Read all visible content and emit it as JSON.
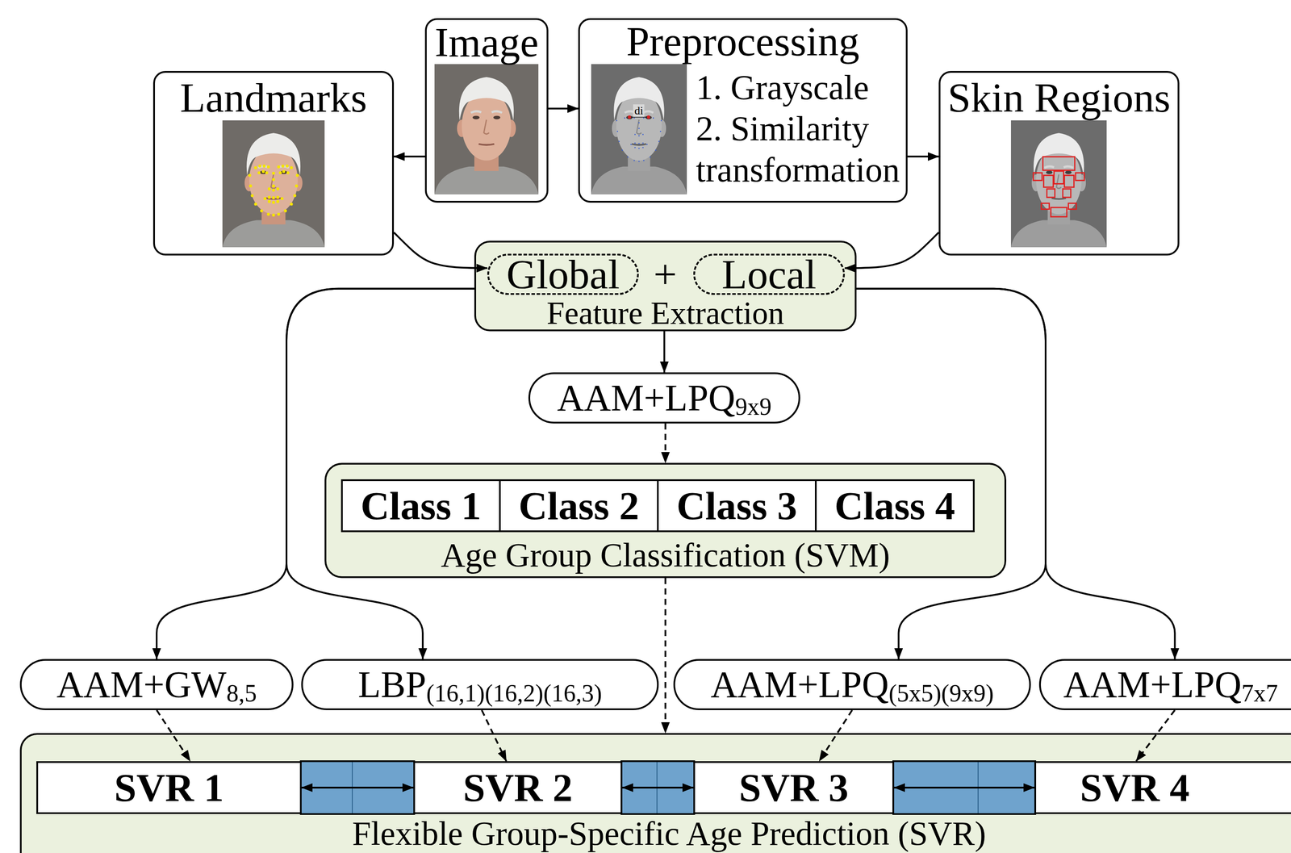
{
  "diagram": {
    "nodes": [
      {
        "text": [
          "Image"
        ]
      },
      {
        "text": [
          "Preprocessing",
          "1. Grayscale",
          "2. Similarity transformation"
        ]
      },
      {
        "text": [
          "Landmarks"
        ]
      },
      {
        "text": [
          "Skin Regions"
        ]
      },
      {
        "text": [
          "Feature Extraction"
        ]
      },
      {
        "text": [
          "Global"
        ],
        "in": 4
      },
      {
        "text": [
          "Local"
        ],
        "in": 4
      },
      {
        "text": [
          "AAM+LPQ",
          "9x9"
        ]
      },
      {
        "text": [
          "Age Group Classification (SVM)"
        ]
      },
      {
        "text": [
          "Class 1"
        ],
        "in": 8
      },
      {
        "text": [
          "Class 2"
        ],
        "in": 8
      },
      {
        "text": [
          "Class 3"
        ],
        "in": 8
      },
      {
        "text": [
          "Class 4"
        ],
        "in": 8
      },
      {
        "text": [
          "AAM+GW",
          "8,5"
        ]
      },
      {
        "text": [
          "LBP",
          "(16,1)(16,2)(16,3)"
        ]
      },
      {
        "text": [
          "AAM+LPQ",
          "(5x5)(9x9)"
        ]
      },
      {
        "text": [
          "AAM+LPQ",
          "7x7"
        ]
      },
      {
        "text": [
          "Flexible Group-Specific Age Prediction (SVR)"
        ]
      },
      {
        "text": [
          "SVR 1"
        ],
        "in": 17
      },
      {
        "text": [
          "SVR 2"
        ],
        "in": 17
      },
      {
        "text": [
          "SVR 3"
        ],
        "in": 17
      },
      {
        "text": [
          "SVR 4"
        ],
        "in": 17
      }
    ],
    "edges": [
      {
        "from": 0,
        "to": 1,
        "arrow": "to"
      },
      {
        "from": 0,
        "to": 2,
        "arrow": "to"
      },
      {
        "from": 1,
        "to": 3,
        "arrow": "to"
      },
      {
        "from": 2,
        "to": 5,
        "arrow": "to"
      },
      {
        "from": 3,
        "to": 6,
        "arrow": "to"
      },
      {
        "from": 4,
        "to": 7,
        "arrow": "to"
      },
      {
        "from": 7,
        "to": 8,
        "arrow": "to"
      },
      {
        "from": 4,
        "to": 13,
        "arrow": "to"
      },
      {
        "from": 4,
        "to": 14,
        "arrow": "to"
      },
      {
        "from": 4,
        "to": 15,
        "arrow": "to"
      },
      {
        "from": 4,
        "to": 16,
        "arrow": "to"
      },
      {
        "from": 13,
        "to": 18,
        "arrow": "to"
      },
      {
        "from": 14,
        "to": 19,
        "arrow": "to"
      },
      {
        "from": 15,
        "to": 20,
        "arrow": "to"
      },
      {
        "from": 16,
        "to": 21,
        "arrow": "to"
      },
      {
        "from": 8,
        "to": 17,
        "arrow": "to"
      },
      {
        "from": 18,
        "to": 19,
        "arrow": "both"
      },
      {
        "from": 19,
        "to": 20,
        "arrow": "both"
      },
      {
        "from": 20,
        "to": 21,
        "arrow": "both"
      }
    ],
    "labels": [
      "+",
      "di"
    ]
  }
}
